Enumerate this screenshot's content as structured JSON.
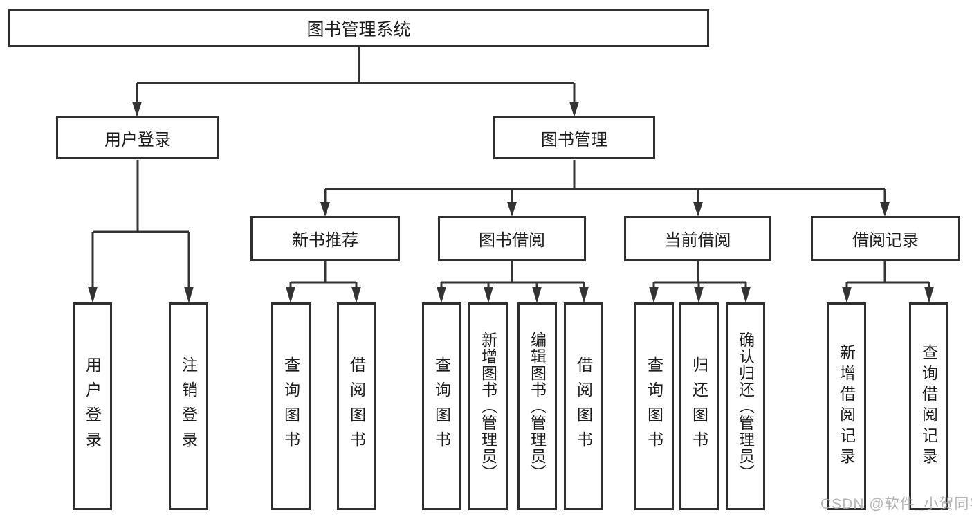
{
  "diagram": {
    "root": "图书管理系统",
    "level2": [
      {
        "label": "用户登录",
        "leaves": [
          "用户登录",
          "注销登录"
        ]
      },
      {
        "label": "图书管理",
        "sections": [
          {
            "label": "新书推荐",
            "leaves": [
              "查询图书",
              "借阅图书"
            ]
          },
          {
            "label": "图书借阅",
            "leaves": [
              "查询图书",
              "新增图书（管理员）",
              "编辑图书（管理员）",
              "借阅图书"
            ]
          },
          {
            "label": "当前借阅",
            "leaves": [
              "查询图书",
              "归还图书",
              "确认归还（管理员）"
            ]
          },
          {
            "label": "借阅记录",
            "leaves": [
              "新增借阅记录",
              "查询借阅记录"
            ]
          }
        ]
      }
    ]
  },
  "watermark": "CSDN @软件_小贺同学",
  "colors": {
    "line": "#333333",
    "box_border": "#2f2f2f",
    "text": "#1c1c1c",
    "watermark": "#a9a9a9",
    "background": "#ffffff"
  }
}
